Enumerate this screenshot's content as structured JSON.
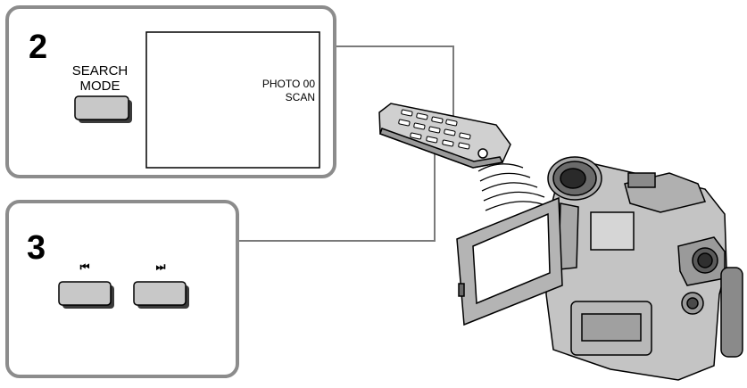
{
  "step2": {
    "number": "2",
    "button_label_line1": "SEARCH",
    "button_label_line2": "MODE",
    "screen_line1": "PHOTO  00",
    "screen_line2": "SCAN"
  },
  "step3": {
    "number": "3",
    "prev_label": "⏮",
    "next_label": "⏭"
  },
  "colors": {
    "panel_border": "#8c8c8c",
    "button_face": "#c8c8c8",
    "camera_body": "#c4c4c4",
    "camera_dark": "#777777"
  }
}
